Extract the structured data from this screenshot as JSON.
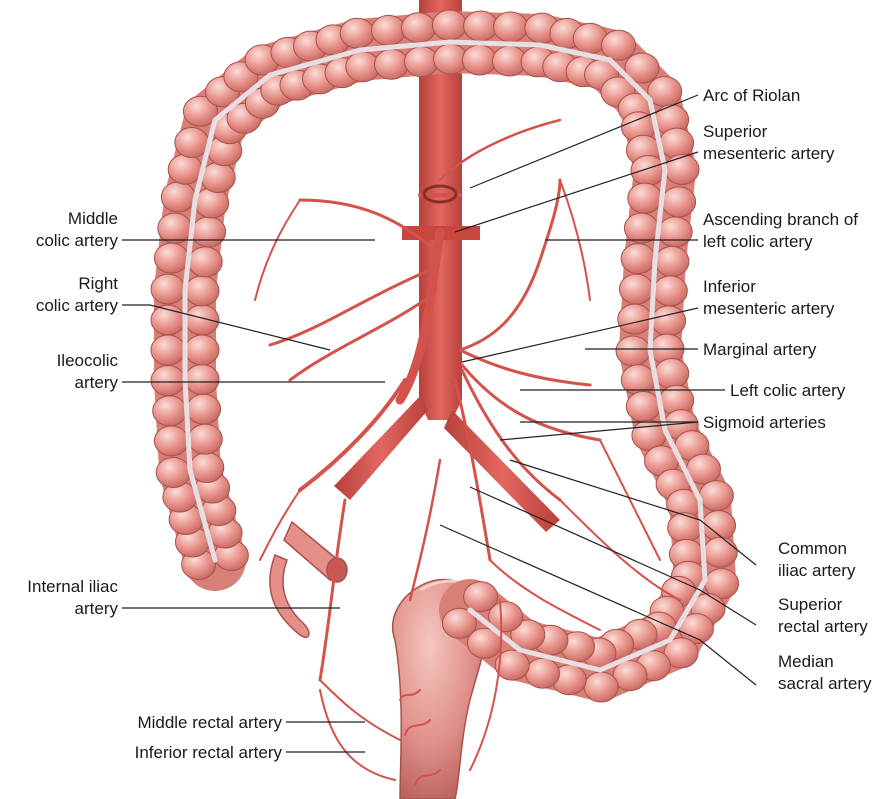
{
  "colors": {
    "colon_fill": "#e79890",
    "colon_outline": "#a8524c",
    "colon_highlight": "#f6c9c3",
    "taenia": "#e9eaee",
    "artery": "#d4524c",
    "artery_dark": "#a93a36",
    "aorta": "#cf4a44",
    "rectum": "#e3978f",
    "leader_line": "#222222",
    "text": "#1a1a1a"
  },
  "labels": {
    "arc_of_riolan": "Arc of Riolan",
    "superior_mesenteric_1": "Superior",
    "superior_mesenteric_2": "mesenteric artery",
    "ascending_branch_1": "Ascending branch of",
    "ascending_branch_2": "left colic artery",
    "inferior_mesenteric_1": "Inferior",
    "inferior_mesenteric_2": "mesenteric artery",
    "marginal_artery": "Marginal artery",
    "left_colic_artery": "Left colic artery",
    "sigmoid_arteries": "Sigmoid arteries",
    "common_iliac_1": "Common",
    "common_iliac_2": "iliac artery",
    "superior_rectal_1": "Superior",
    "superior_rectal_2": "rectal artery",
    "median_sacral_1": "Median",
    "median_sacral_2": "sacral artery",
    "middle_colic_1": "Middle",
    "middle_colic_2": "colic artery",
    "right_colic_1": "Right",
    "right_colic_2": "colic artery",
    "ileocolic_1": "Ileocolic",
    "ileocolic_2": "artery",
    "internal_iliac_1": "Internal iliac",
    "internal_iliac_2": "artery",
    "middle_rectal_artery": "Middle rectal artery",
    "inferior_rectal_artery": "Inferior rectal artery"
  }
}
